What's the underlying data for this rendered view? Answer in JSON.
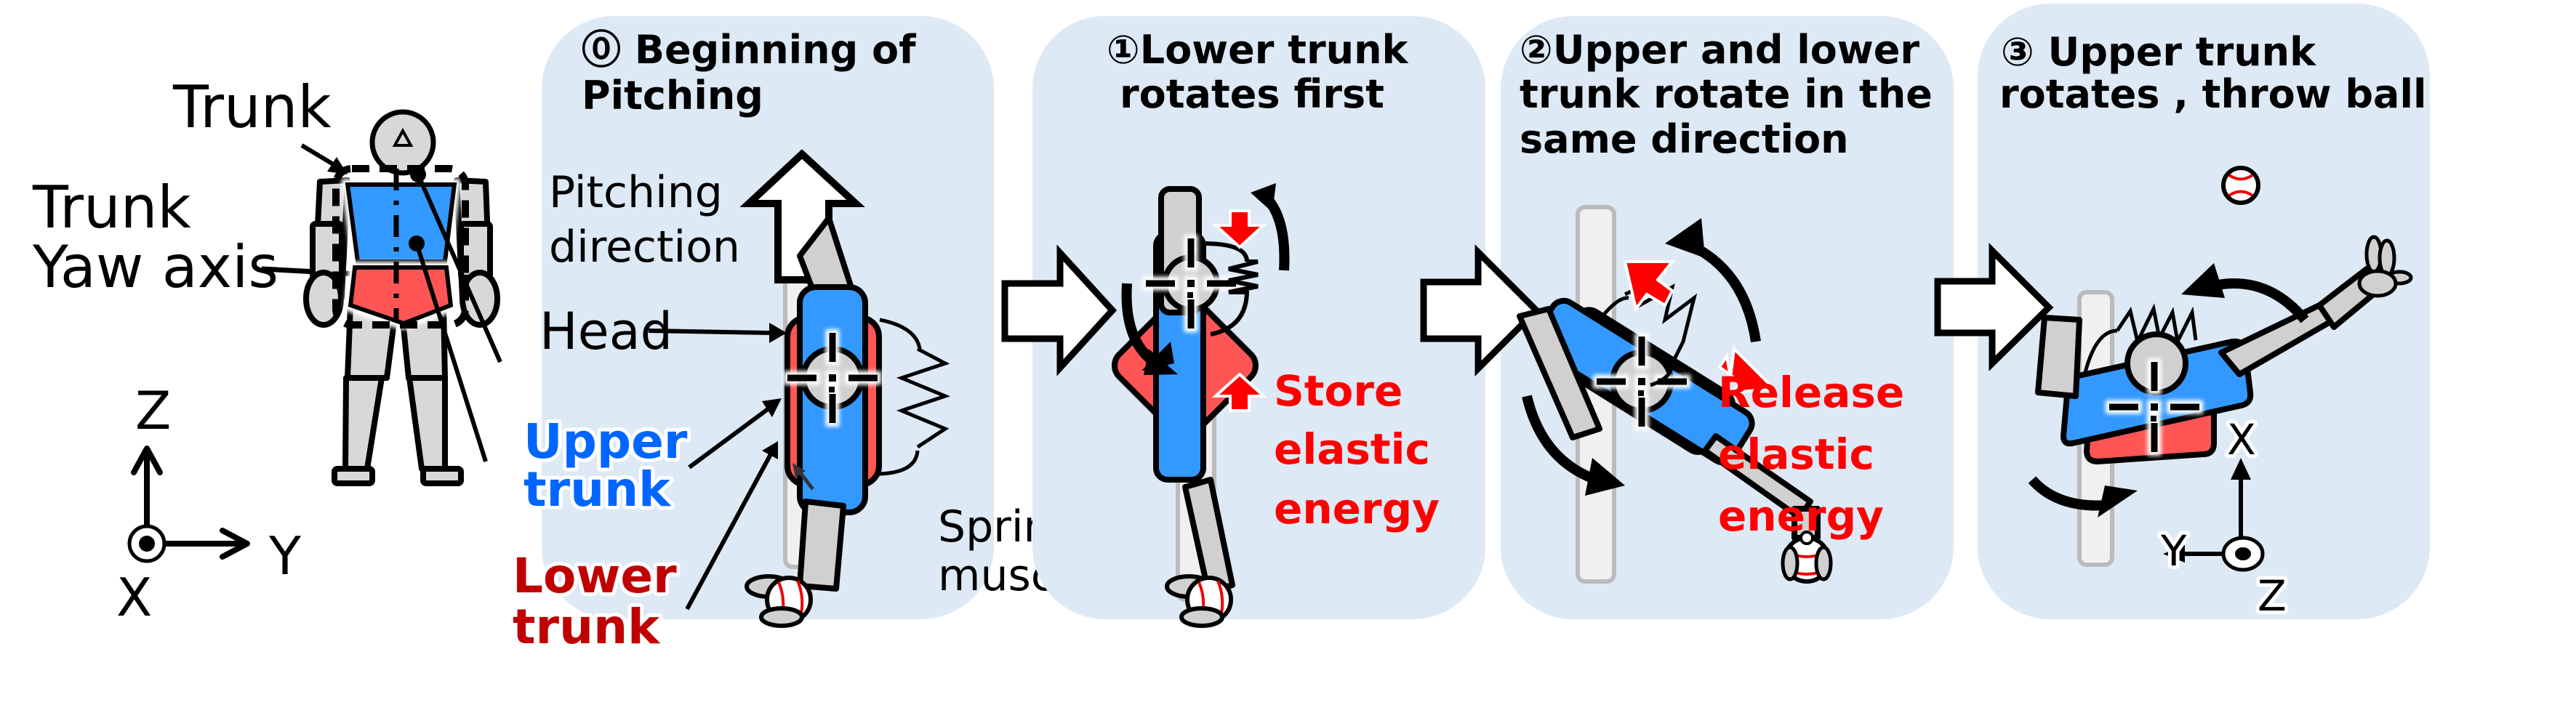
{
  "colors": {
    "panel_bg": "#dde9f5",
    "upper_trunk": "#3399ff",
    "lower_trunk": "#ff5555",
    "body_gray": "#d0d0d0",
    "upper_label": "#0066ff",
    "lower_label": "#c00000",
    "emphasis_red": "#ff0000"
  },
  "robot_front_view": {
    "trunk_label": "Trunk",
    "yaw_axis_label_line1": "Trunk",
    "yaw_axis_label_line2": "Yaw axis",
    "axes": {
      "up": "Z",
      "right": "Y",
      "out": "X"
    }
  },
  "legend": {
    "upper_trunk_line1": "Upper",
    "upper_trunk_line2": "trunk",
    "lower_trunk_line1": "Lower",
    "lower_trunk_line2": "trunk"
  },
  "panels": [
    {
      "step": "⓪",
      "title_line1": "Beginning of",
      "title_line2": "Pitching",
      "annotations": {
        "pitching_direction_line1": "Pitching",
        "pitching_direction_line2": "direction",
        "head": "Head",
        "spring_line1": "Spring of",
        "spring_line2": "muscle"
      }
    },
    {
      "step": "①",
      "title_line1": "Lower trunk",
      "title_line2": "rotates first",
      "note_line1": "Store",
      "note_line2": "elastic",
      "note_line3": "energy"
    },
    {
      "step": "②",
      "title_line1": "Upper and lower",
      "title_line2": "trunk rotate in the",
      "title_line3": "same direction",
      "note_line1": "Release",
      "note_line2": "elastic",
      "note_line3": "energy"
    },
    {
      "step": "③",
      "title_line1": "Upper trunk",
      "title_line2": "rotates , throw ball",
      "axes": {
        "up": "X",
        "left": "Y",
        "out": "Z"
      }
    }
  ]
}
